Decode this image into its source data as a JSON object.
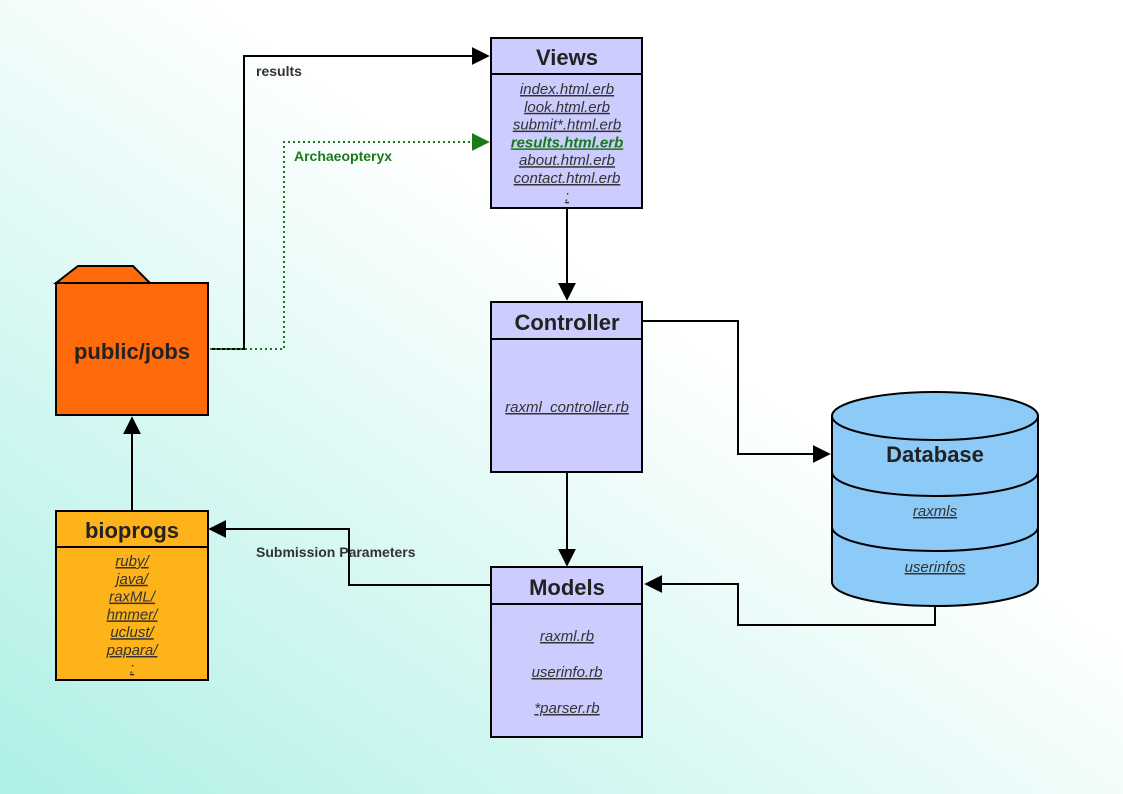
{
  "diagram": {
    "views": {
      "title": "Views",
      "files": [
        "index.html.erb",
        "look.html.erb",
        "submit*.html.erb",
        "results.html.erb",
        "about.html.erb",
        "contact.html.erb",
        ":"
      ],
      "highlighted_file": "results.html.erb",
      "highlight_color": "#1a7a1a",
      "fill": "#ccccff"
    },
    "controller": {
      "title": "Controller",
      "file": "raxml_controller.rb",
      "fill": "#ccccff"
    },
    "models": {
      "title": "Models",
      "files": [
        "raxml.rb",
        "userinfo.rb",
        "*parser.rb"
      ],
      "fill": "#ccccff"
    },
    "database": {
      "title": "Database",
      "tables": [
        "raxmls",
        "userinfos"
      ],
      "fill": "#8ccaf7"
    },
    "public_jobs": {
      "label": "public/jobs",
      "icon": "folder-icon",
      "fill": "#ff6a0a"
    },
    "bioprogs": {
      "title": "bioprogs",
      "items": [
        "ruby/",
        "java/",
        "raxML/",
        "hmmer/",
        "uclust/",
        "papara/",
        ":"
      ],
      "fill": "#ffb31a"
    },
    "edges": {
      "results_label": "results",
      "archaeopteryx_label": "Archaeopteryx",
      "archaeopteryx_color": "#1a7a1a",
      "submission_label": "Submission Parameters"
    },
    "background": {
      "from": "#aef0e6",
      "to": "#ffffff"
    }
  }
}
